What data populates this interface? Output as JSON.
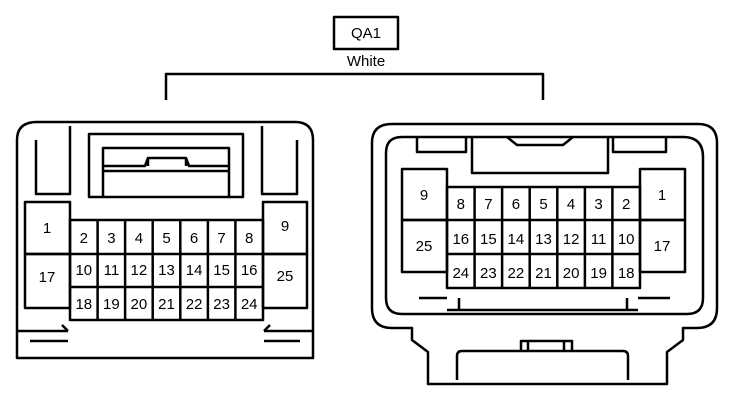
{
  "connector": {
    "code": "QA1",
    "color": "White"
  },
  "left_connector": {
    "side_pins_left": [
      "1",
      "17"
    ],
    "side_pins_right": [
      "9",
      "25"
    ],
    "rows": [
      [
        "2",
        "3",
        "4",
        "5",
        "6",
        "7",
        "8"
      ],
      [
        "10",
        "11",
        "12",
        "13",
        "14",
        "15",
        "16"
      ],
      [
        "18",
        "19",
        "20",
        "21",
        "22",
        "23",
        "24"
      ]
    ]
  },
  "right_connector": {
    "side_pins_left": [
      "9",
      "25"
    ],
    "side_pins_right": [
      "1",
      "17"
    ],
    "rows": [
      [
        "8",
        "7",
        "6",
        "5",
        "4",
        "3",
        "2"
      ],
      [
        "16",
        "15",
        "14",
        "13",
        "12",
        "11",
        "10"
      ],
      [
        "24",
        "23",
        "22",
        "21",
        "20",
        "19",
        "18"
      ]
    ]
  }
}
